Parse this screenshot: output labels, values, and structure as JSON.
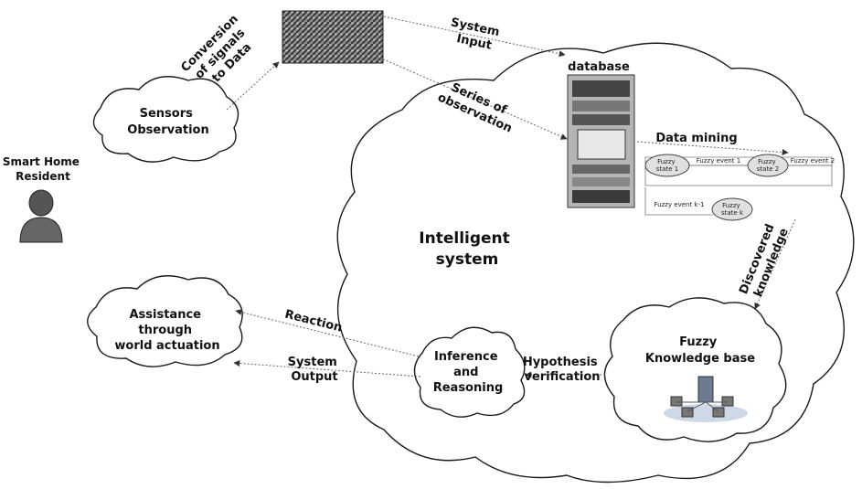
{
  "nodes": {
    "sensors": [
      "Sensors",
      "Observation"
    ],
    "resident": [
      "Smart Home",
      "Resident"
    ],
    "assistance": [
      "Assistance",
      "through",
      "world actuation"
    ],
    "intelligent": [
      "Intelligent",
      "system"
    ],
    "inference": [
      "Inference",
      "and",
      "Reasoning"
    ],
    "fuzzy_kb": [
      "Fuzzy",
      "Knowledge base"
    ],
    "database": "database"
  },
  "edges": {
    "conversion": [
      "Conversion",
      "of signals",
      "to Data"
    ],
    "system_input": [
      "System",
      "Input"
    ],
    "series": [
      "Series of",
      "observation"
    ],
    "data_mining": "Data mining",
    "discovered": [
      "Discovered",
      "knowledge"
    ],
    "hypothesis": [
      "Hypothesis",
      "verification"
    ],
    "reaction": "Reaction",
    "system_output": [
      "System",
      "Output"
    ]
  },
  "fuzzy_chain": {
    "state1": [
      "Fuzzy",
      "state 1"
    ],
    "event1": "Fuzzy event 1",
    "state2": [
      "Fuzzy",
      "state 2"
    ],
    "event2": "Fuzzy event 2",
    "eventk": "Fuzzy event k-1",
    "statek": [
      "Fuzzy",
      "state k"
    ]
  }
}
